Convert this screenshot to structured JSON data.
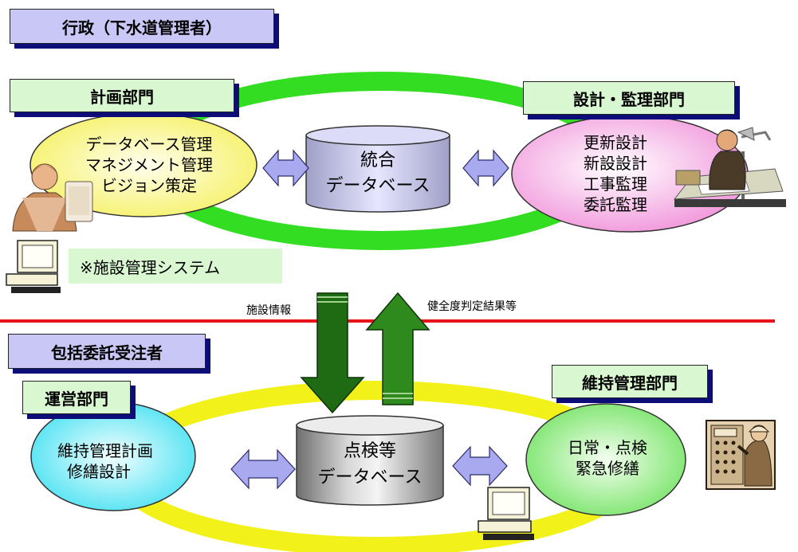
{
  "admin_label": "行政（下水道管理者）",
  "contractor_label": "包括委託受注者",
  "planning": {
    "title": "計画部門",
    "items": [
      "データベース管理",
      "マネジメント管理",
      "ビジョン策定"
    ]
  },
  "design": {
    "title": "設計・監理部門",
    "items": [
      "更新設計",
      "新設設計",
      "工事監理",
      "委託監理"
    ]
  },
  "integrated_db": {
    "lines": [
      "統合",
      "データベース"
    ]
  },
  "system_note": "※施設管理システム",
  "flow": {
    "down_label": "施設情報",
    "up_label": "健全度判定結果等"
  },
  "operations": {
    "title": "運営部門",
    "items": [
      "維持管理計画",
      "修繕設計"
    ]
  },
  "maintenance": {
    "title": "維持管理部門",
    "items": [
      "日常・点検",
      "緊急修繕"
    ]
  },
  "inspection_db": {
    "lines": [
      "点検等",
      "データベース"
    ]
  },
  "colors": {
    "ring_top": "#33dd22",
    "ring_bottom": "#f2f21a",
    "divider": "#e8131a",
    "label_box": "#c9c7f5",
    "dept_box": "#d9f7d0",
    "shadow": "#0d0d7a",
    "arrow_green": "#1f6b14",
    "double_arrow": "#a9a9f0"
  },
  "icons": [
    "office-worker-icon",
    "computer-icon",
    "engineer-drafting-icon",
    "technician-panel-icon"
  ]
}
